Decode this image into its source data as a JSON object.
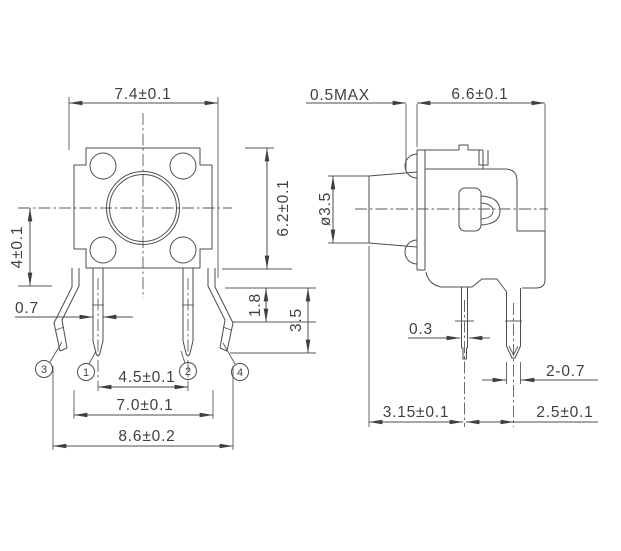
{
  "drawing": {
    "type": "engineering-drawing",
    "subject": "tactile switch, right-angle, two orthographic views",
    "colors": {
      "line": "#4d4d4d",
      "text": "#3f3f3f",
      "background": "#ffffff"
    },
    "front_view": {
      "dim_body_width": "7.4±0.1",
      "dim_body_height": "6.2±0.1",
      "dim_center_to_bend": "4±0.1",
      "dim_pin_thickness": "0.7",
      "dim_inner_pin_pitch": "4.5±0.1",
      "dim_outer_leg_pitch": "7.0±0.1",
      "dim_overall_width": "8.6±0.2",
      "dim_leg_bend_drop": "1.8",
      "dim_leg_length": "3.5",
      "pin_labels": {
        "p1": "1",
        "p2": "2",
        "p3": "3",
        "p4": "4"
      }
    },
    "side_view": {
      "dim_stem_protrusion": "0.5MAX",
      "dim_body_depth": "6.6±0.1",
      "dim_stem_diameter": "ø3.5",
      "dim_pin_thickness": "0.3",
      "dim_leg_width": "2-0.7",
      "dim_face_to_pin": "3.15±0.1",
      "dim_pin_to_leg": "2.5±0.1"
    }
  }
}
